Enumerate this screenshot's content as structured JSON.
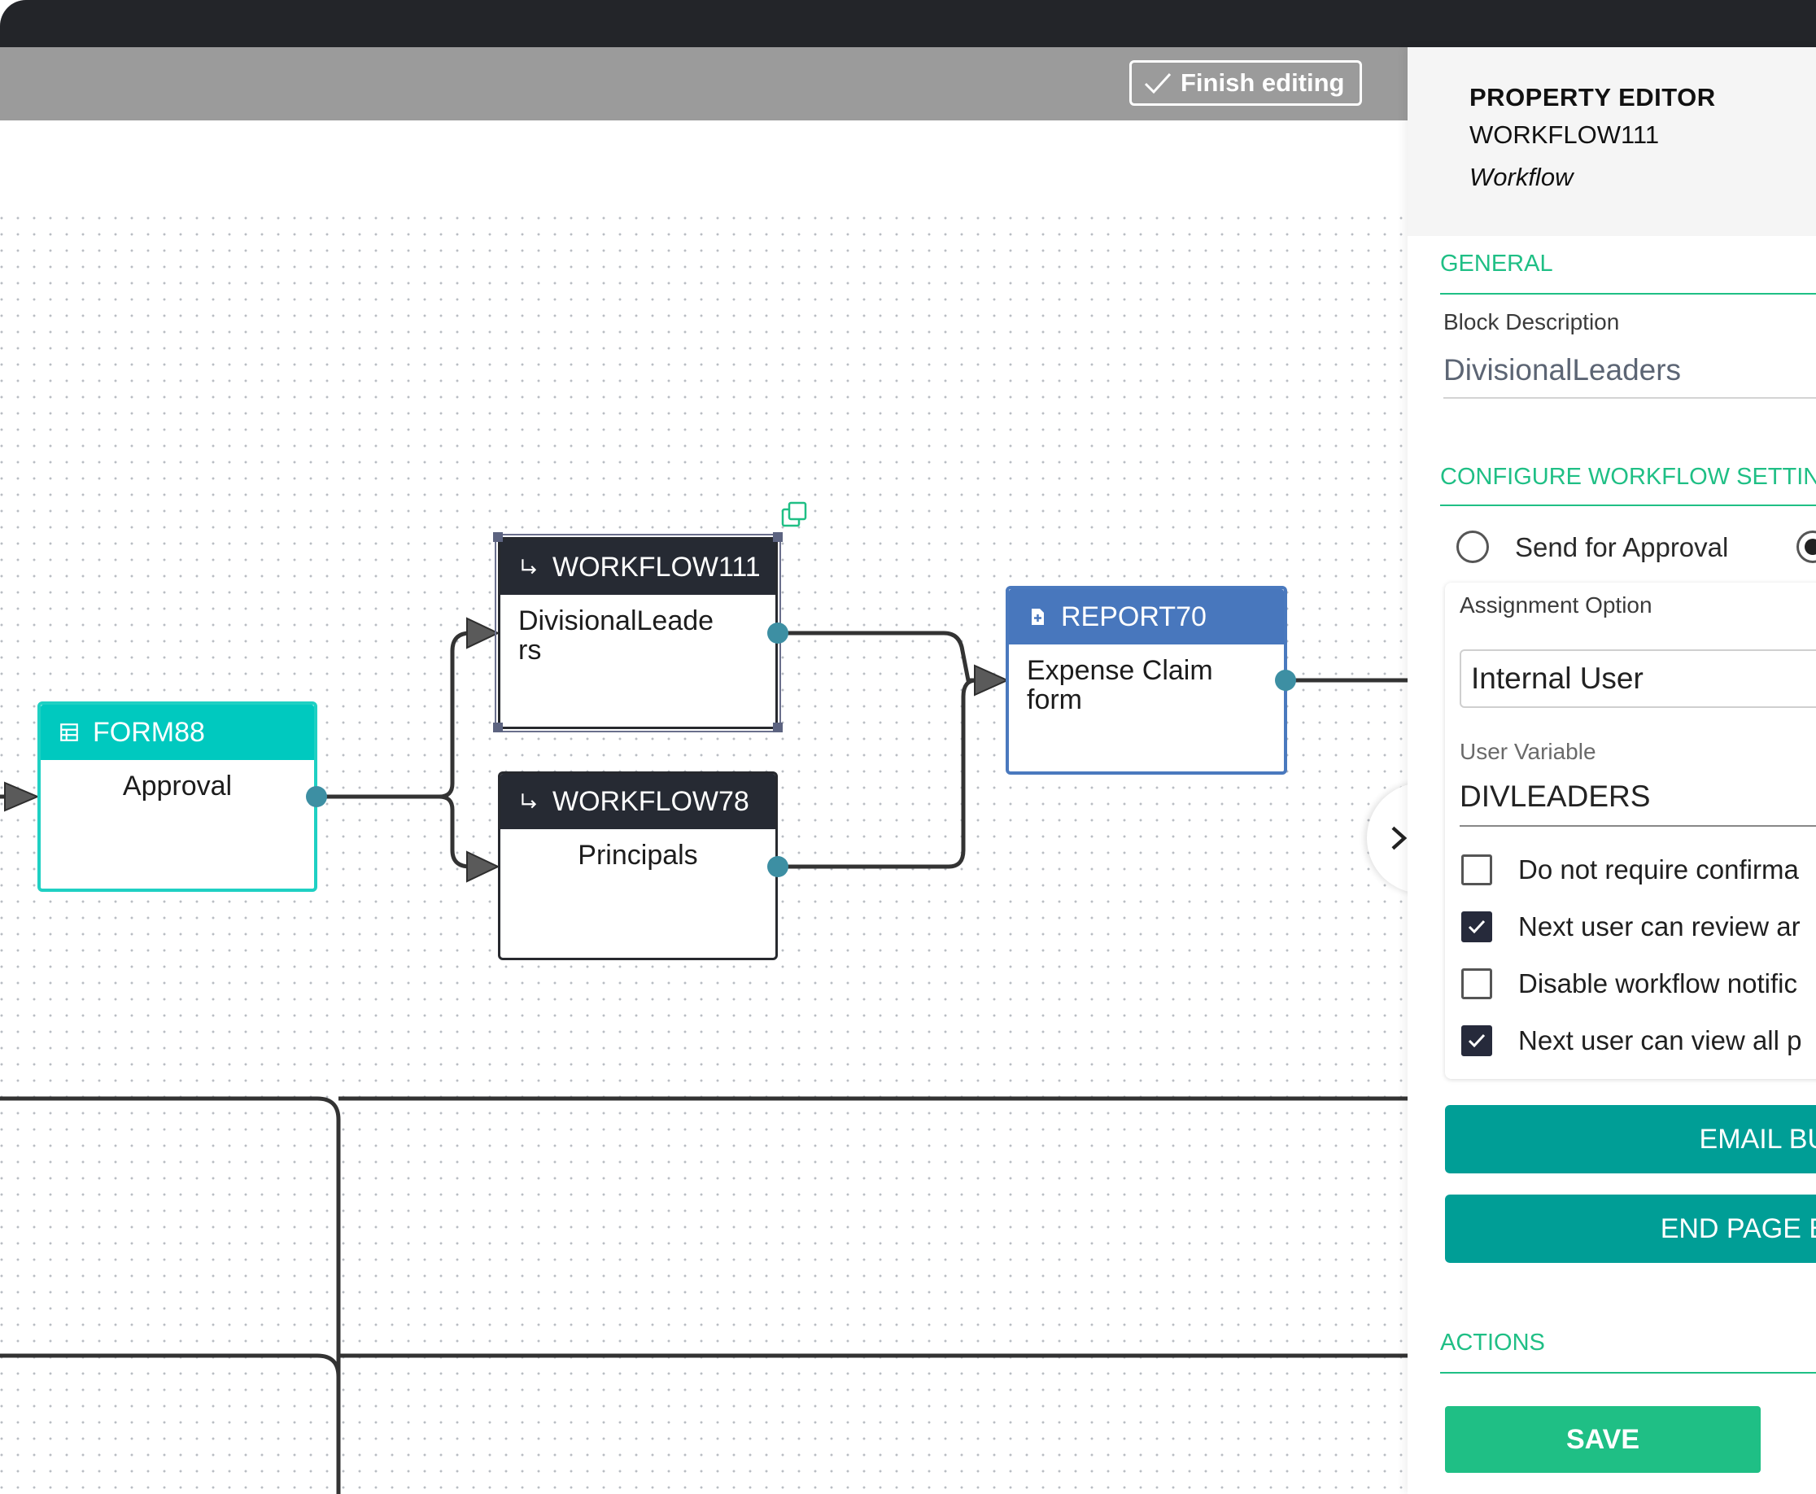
{
  "toolbar": {
    "finish_label": "Finish editing"
  },
  "canvas": {
    "nodes": {
      "form88": {
        "id": "FORM88",
        "label": "Approval"
      },
      "workflow111": {
        "id": "WORKFLOW111",
        "label": "DivisionalLeaders",
        "label_line1": "DivisionalLeade",
        "label_line2": "rs"
      },
      "workflow78": {
        "id": "WORKFLOW78",
        "label": "Principals"
      },
      "report70": {
        "id": "REPORT70",
        "label_line1": "Expense Claim",
        "label_line2": "form"
      }
    },
    "colors": {
      "form": "#00c9bf",
      "workflow": "#262a33",
      "report": "#4877bd",
      "port": "#3d8fa3"
    }
  },
  "panel": {
    "title": "PROPERTY EDITOR",
    "name": "WORKFLOW111",
    "type": "Workflow",
    "general": {
      "heading": "GENERAL",
      "block_description_label": "Block Description",
      "block_description_value": "DivisionalLeaders"
    },
    "configure": {
      "heading": "CONFIGURE WORKFLOW SETTIN",
      "radio_send_for_approval": "Send for Approval",
      "assignment_option_label": "Assignment Option",
      "assignment_option_value": "Internal User",
      "user_variable_label": "User Variable",
      "user_variable_value": "DIVLEADERS",
      "checkboxes": [
        {
          "label": "Do not require confirma",
          "checked": false
        },
        {
          "label": "Next user can review ar",
          "checked": true
        },
        {
          "label": "Disable workflow notific",
          "checked": false
        },
        {
          "label": "Next user can view all p",
          "checked": true
        }
      ],
      "email_button": "EMAIL BU",
      "end_page_button": "END PAGE E"
    },
    "actions": {
      "heading": "ACTIONS",
      "save_label": "SAVE"
    },
    "accent_color": "#1fbf85",
    "button_color": "#009e96"
  }
}
